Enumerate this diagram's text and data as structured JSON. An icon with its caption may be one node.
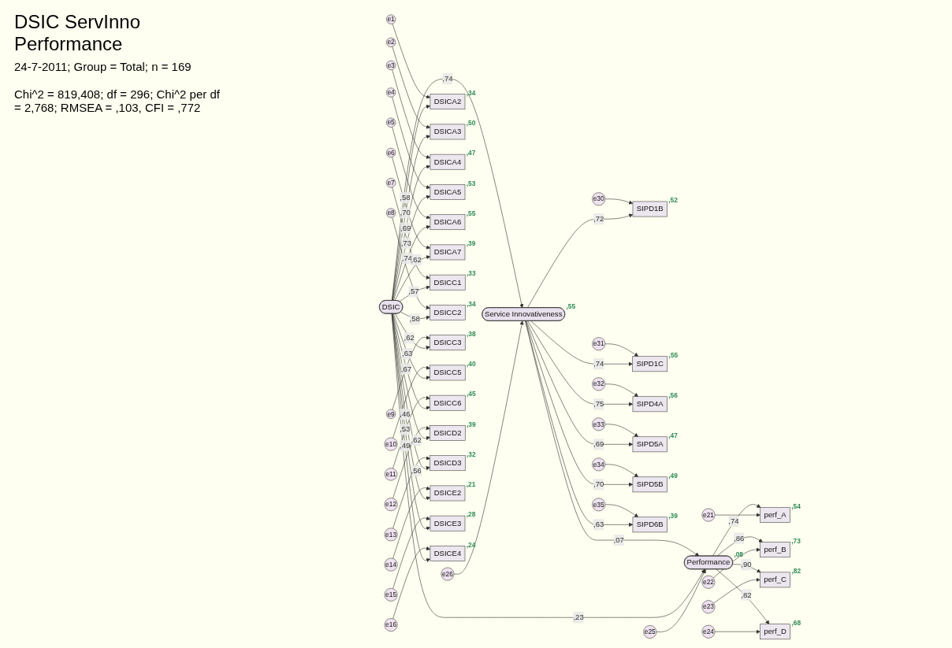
{
  "diagram": {
    "title": "DSIC ServInno Performance",
    "nodes": [
      {
        "text": [
          "e30"
        ]
      },
      {
        "text": [
          "e31"
        ]
      },
      {
        "text": [
          "e32"
        ]
      },
      {
        "text": [
          "e33"
        ]
      },
      {
        "text": [
          "e34"
        ]
      },
      {
        "text": [
          "e35"
        ]
      },
      {
        "text": [
          "SIPD1B"
        ],
        "beside": [
          ",52"
        ]
      },
      {
        "text": [
          "SIPD1C"
        ],
        "beside": [
          ",55"
        ]
      },
      {
        "text": [
          "SIPD4A"
        ],
        "beside": [
          ",56"
        ]
      },
      {
        "text": [
          "SIPD5A"
        ],
        "beside": [
          ",47"
        ]
      },
      {
        "text": [
          "SIPD5B"
        ],
        "beside": [
          ",49"
        ]
      },
      {
        "text": [
          "SIPD6B"
        ],
        "beside": [
          ",39"
        ]
      },
      {
        "text": [
          "Service Innovativeness"
        ],
        "beside": [
          ",55"
        ]
      },
      {
        "text": [
          "e26"
        ]
      },
      {
        "text": [
          "e1"
        ]
      },
      {
        "text": [
          "DSICA2"
        ],
        "beside": [
          ",34"
        ]
      },
      {
        "text": [
          "e2"
        ]
      },
      {
        "text": [
          "DSICA3"
        ],
        "beside": [
          ",50"
        ]
      },
      {
        "text": [
          "e3"
        ]
      },
      {
        "text": [
          "DSICA4"
        ],
        "beside": [
          ",47"
        ]
      },
      {
        "text": [
          "e4"
        ]
      },
      {
        "text": [
          "DSICA5"
        ],
        "beside": [
          ",53"
        ]
      },
      {
        "text": [
          "e5"
        ]
      },
      {
        "text": [
          "DSICA6"
        ],
        "beside": [
          ",55"
        ]
      },
      {
        "text": [
          "e6"
        ]
      },
      {
        "text": [
          "DSICA7"
        ],
        "beside": [
          ",39"
        ]
      },
      {
        "text": [
          "e7"
        ]
      },
      {
        "text": [
          "DSICC1"
        ],
        "beside": [
          ",33"
        ]
      },
      {
        "text": [
          "e8"
        ]
      },
      {
        "text": [
          "DSICC2"
        ],
        "beside": [
          ",34"
        ]
      },
      {
        "text": [
          "e9"
        ]
      },
      {
        "text": [
          "DSICC3"
        ],
        "beside": [
          ",38"
        ]
      },
      {
        "text": [
          "e10"
        ]
      },
      {
        "text": [
          "DSICC5"
        ],
        "beside": [
          ",40"
        ]
      },
      {
        "text": [
          "e11"
        ]
      },
      {
        "text": [
          "DSICC6"
        ],
        "beside": [
          ",45"
        ]
      },
      {
        "text": [
          "e12"
        ]
      },
      {
        "text": [
          "DSICD2"
        ],
        "beside": [
          ",39"
        ]
      },
      {
        "text": [
          "e13"
        ]
      },
      {
        "text": [
          "DSICD3"
        ],
        "beside": [
          ",32"
        ]
      },
      {
        "text": [
          "e14"
        ]
      },
      {
        "text": [
          "DSICE2"
        ],
        "beside": [
          ",21"
        ]
      },
      {
        "text": [
          "e15"
        ]
      },
      {
        "text": [
          "DSICE3"
        ],
        "beside": [
          ",28"
        ]
      },
      {
        "text": [
          "e16"
        ]
      },
      {
        "text": [
          "DSICE4"
        ],
        "beside": [
          ",24"
        ]
      },
      {
        "text": [
          "DSIC"
        ]
      },
      {
        "text": [
          "Performance"
        ],
        "beside": [
          ",08"
        ]
      },
      {
        "text": [
          "perf_A"
        ],
        "beside": [
          ",54"
        ]
      },
      {
        "text": [
          "e21"
        ]
      },
      {
        "text": [
          "perf_B"
        ],
        "beside": [
          ",73"
        ]
      },
      {
        "text": [
          "e22"
        ]
      },
      {
        "text": [
          "perf_C"
        ],
        "beside": [
          ",82"
        ]
      },
      {
        "text": [
          "e23"
        ]
      },
      {
        "text": [
          "perf_D"
        ],
        "beside": [
          ",68"
        ]
      },
      {
        "text": [
          "e24"
        ]
      },
      {
        "text": [
          "e25"
        ]
      }
    ],
    "edges": [
      {
        "from": 46,
        "to": 12,
        "arrow": "to",
        "label": ",74"
      },
      {
        "from": 12,
        "to": 47,
        "arrow": "to",
        "label": ",07"
      },
      {
        "from": 46,
        "to": 47,
        "arrow": "to",
        "label": ",23"
      },
      {
        "from": 0,
        "to": 6,
        "arrow": "to"
      },
      {
        "from": 12,
        "to": 6,
        "arrow": "to",
        "label": ",72"
      },
      {
        "from": 1,
        "to": 7,
        "arrow": "to"
      },
      {
        "from": 12,
        "to": 7,
        "arrow": "to",
        "label": ",74"
      },
      {
        "from": 2,
        "to": 8,
        "arrow": "to"
      },
      {
        "from": 12,
        "to": 8,
        "arrow": "to",
        "label": ",75"
      },
      {
        "from": 3,
        "to": 9,
        "arrow": "to"
      },
      {
        "from": 12,
        "to": 9,
        "arrow": "to",
        "label": ",69"
      },
      {
        "from": 4,
        "to": 10,
        "arrow": "to"
      },
      {
        "from": 12,
        "to": 10,
        "arrow": "to",
        "label": ",70"
      },
      {
        "from": 5,
        "to": 11,
        "arrow": "to"
      },
      {
        "from": 12,
        "to": 11,
        "arrow": "to",
        "label": ",63"
      },
      {
        "from": 13,
        "to": 12,
        "arrow": "to"
      },
      {
        "from": 14,
        "to": 15,
        "arrow": "to"
      },
      {
        "from": 46,
        "to": 15,
        "arrow": "to",
        "label": ",58"
      },
      {
        "from": 16,
        "to": 17,
        "arrow": "to"
      },
      {
        "from": 46,
        "to": 17,
        "arrow": "to",
        "label": ",70"
      },
      {
        "from": 18,
        "to": 19,
        "arrow": "to"
      },
      {
        "from": 46,
        "to": 19,
        "arrow": "to",
        "label": ",69"
      },
      {
        "from": 20,
        "to": 21,
        "arrow": "to"
      },
      {
        "from": 46,
        "to": 21,
        "arrow": "to",
        "label": ",73"
      },
      {
        "from": 22,
        "to": 23,
        "arrow": "to"
      },
      {
        "from": 46,
        "to": 23,
        "arrow": "to",
        "label": ",74"
      },
      {
        "from": 24,
        "to": 25,
        "arrow": "to"
      },
      {
        "from": 46,
        "to": 25,
        "arrow": "to",
        "label": ",62"
      },
      {
        "from": 26,
        "to": 27,
        "arrow": "to"
      },
      {
        "from": 46,
        "to": 27,
        "arrow": "to",
        "label": ",57"
      },
      {
        "from": 28,
        "to": 29,
        "arrow": "to"
      },
      {
        "from": 46,
        "to": 29,
        "arrow": "to",
        "label": ",58"
      },
      {
        "from": 30,
        "to": 31,
        "arrow": "to"
      },
      {
        "from": 46,
        "to": 31,
        "arrow": "to",
        "label": ",62"
      },
      {
        "from": 32,
        "to": 33,
        "arrow": "to"
      },
      {
        "from": 46,
        "to": 33,
        "arrow": "to",
        "label": ",63"
      },
      {
        "from": 34,
        "to": 35,
        "arrow": "to"
      },
      {
        "from": 46,
        "to": 35,
        "arrow": "to",
        "label": ",67"
      },
      {
        "from": 36,
        "to": 37,
        "arrow": "to"
      },
      {
        "from": 46,
        "to": 37,
        "arrow": "to",
        "label": ",62"
      },
      {
        "from": 38,
        "to": 39,
        "arrow": "to"
      },
      {
        "from": 46,
        "to": 39,
        "arrow": "to",
        "label": ",56"
      },
      {
        "from": 40,
        "to": 41,
        "arrow": "to"
      },
      {
        "from": 46,
        "to": 41,
        "arrow": "to",
        "label": ",46"
      },
      {
        "from": 42,
        "to": 43,
        "arrow": "to"
      },
      {
        "from": 46,
        "to": 43,
        "arrow": "to",
        "label": ",53"
      },
      {
        "from": 44,
        "to": 45,
        "arrow": "to"
      },
      {
        "from": 46,
        "to": 45,
        "arrow": "to",
        "label": ",49"
      },
      {
        "from": 47,
        "to": 48,
        "arrow": "to",
        "label": ",74"
      },
      {
        "from": 49,
        "to": 48,
        "arrow": "to"
      },
      {
        "from": 47,
        "to": 50,
        "arrow": "to",
        "label": ",86"
      },
      {
        "from": 51,
        "to": 50,
        "arrow": "to"
      },
      {
        "from": 47,
        "to": 52,
        "arrow": "to",
        "label": ",90"
      },
      {
        "from": 53,
        "to": 52,
        "arrow": "to"
      },
      {
        "from": 47,
        "to": 54,
        "arrow": "to",
        "label": ",82"
      },
      {
        "from": 55,
        "to": 54,
        "arrow": "to"
      },
      {
        "from": 56,
        "to": 47,
        "arrow": "to"
      }
    ],
    "labels": [
      "24-7-2011; Group = Total; n = 169",
      "Chi^2 = 819,408; df = 296; Chi^2 per df = 2,768; RMSEA = ,103, CFI = ,772"
    ]
  }
}
